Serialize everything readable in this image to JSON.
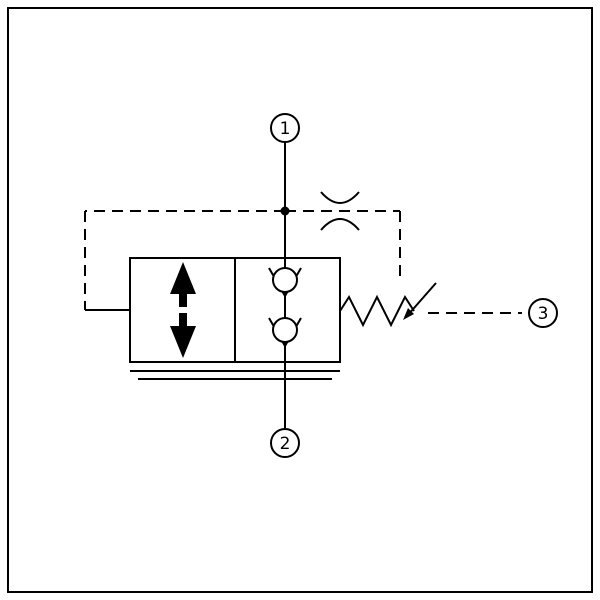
{
  "diagram": {
    "type": "hydraulic-valve-schematic",
    "background_color": "#ffffff",
    "line_color": "#000000",
    "ports": [
      {
        "label": "1"
      },
      {
        "label": "2"
      },
      {
        "label": "3"
      }
    ],
    "components": [
      "port-circle",
      "junction-dot",
      "pilot-line-dashed",
      "orifice-icon",
      "valve-body",
      "two-position-arrow-icon",
      "check-valve-icon",
      "spring-icon",
      "adjustment-arrow-icon"
    ]
  }
}
